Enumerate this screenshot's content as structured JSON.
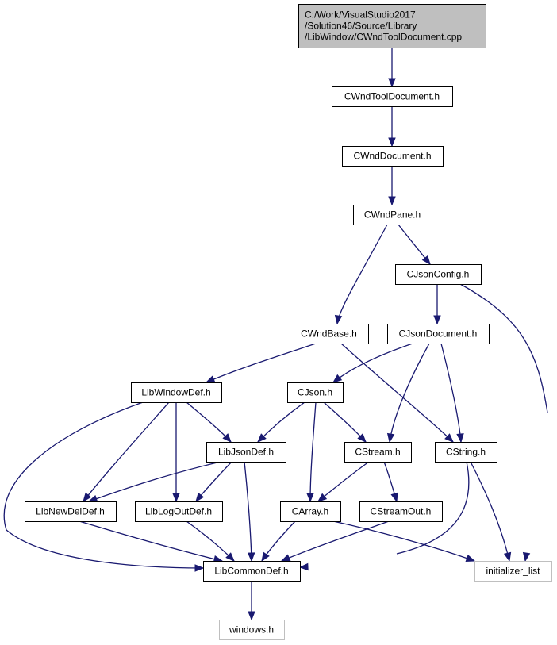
{
  "colors": {
    "edge": "#191970",
    "root_fill": "#bfbfbf",
    "node_border": "#000000",
    "external_border": "#bfbfbf",
    "background": "#ffffff"
  },
  "graph": {
    "nodes": [
      {
        "id": "root",
        "lines": [
          "C:/Work/VisualStudio2017",
          "/Solution46/Source/Library",
          "/LibWindow/CWndToolDocument.cpp"
        ],
        "kind": "root"
      },
      {
        "id": "cwndtooldocument_h",
        "lines": [
          "CWndToolDocument.h"
        ],
        "kind": "normal"
      },
      {
        "id": "cwnddocument_h",
        "lines": [
          "CWndDocument.h"
        ],
        "kind": "normal"
      },
      {
        "id": "cwndpane_h",
        "lines": [
          "CWndPane.h"
        ],
        "kind": "normal"
      },
      {
        "id": "cjsonconfig_h",
        "lines": [
          "CJsonConfig.h"
        ],
        "kind": "normal"
      },
      {
        "id": "cwndbase_h",
        "lines": [
          "CWndBase.h"
        ],
        "kind": "normal"
      },
      {
        "id": "cjsondocument_h",
        "lines": [
          "CJsonDocument.h"
        ],
        "kind": "normal"
      },
      {
        "id": "libwindowdef_h",
        "lines": [
          "LibWindowDef.h"
        ],
        "kind": "normal"
      },
      {
        "id": "cjson_h",
        "lines": [
          "CJson.h"
        ],
        "kind": "normal"
      },
      {
        "id": "libjsondef_h",
        "lines": [
          "LibJsonDef.h"
        ],
        "kind": "normal"
      },
      {
        "id": "cstream_h",
        "lines": [
          "CStream.h"
        ],
        "kind": "normal"
      },
      {
        "id": "cstring_h",
        "lines": [
          "CString.h"
        ],
        "kind": "normal"
      },
      {
        "id": "libnewdeldef_h",
        "lines": [
          "LibNewDelDef.h"
        ],
        "kind": "normal"
      },
      {
        "id": "liblogoutdef_h",
        "lines": [
          "LibLogOutDef.h"
        ],
        "kind": "normal"
      },
      {
        "id": "carray_h",
        "lines": [
          "CArray.h"
        ],
        "kind": "normal"
      },
      {
        "id": "cstreamout_h",
        "lines": [
          "CStreamOut.h"
        ],
        "kind": "normal"
      },
      {
        "id": "libcommondef_h",
        "lines": [
          "LibCommonDef.h"
        ],
        "kind": "normal"
      },
      {
        "id": "initializer_list",
        "lines": [
          "initializer_list"
        ],
        "kind": "external"
      },
      {
        "id": "windows_h",
        "lines": [
          "windows.h"
        ],
        "kind": "external"
      }
    ],
    "edges": [
      {
        "from": "root",
        "to": "cwndtooldocument_h"
      },
      {
        "from": "cwndtooldocument_h",
        "to": "cwnddocument_h"
      },
      {
        "from": "cwnddocument_h",
        "to": "cwndpane_h"
      },
      {
        "from": "cwndpane_h",
        "to": "cwndbase_h"
      },
      {
        "from": "cwndpane_h",
        "to": "cjsonconfig_h"
      },
      {
        "from": "cjsonconfig_h",
        "to": "cjsondocument_h"
      },
      {
        "from": "cjsonconfig_h",
        "to": "initializer_list"
      },
      {
        "from": "cwndbase_h",
        "to": "libwindowdef_h"
      },
      {
        "from": "cwndbase_h",
        "to": "cstring_h"
      },
      {
        "from": "cjsondocument_h",
        "to": "cjson_h"
      },
      {
        "from": "cjsondocument_h",
        "to": "cstream_h"
      },
      {
        "from": "cjsondocument_h",
        "to": "cstring_h"
      },
      {
        "from": "libwindowdef_h",
        "to": "libjsondef_h"
      },
      {
        "from": "libwindowdef_h",
        "to": "libnewdeldef_h"
      },
      {
        "from": "libwindowdef_h",
        "to": "liblogoutdef_h"
      },
      {
        "from": "libwindowdef_h",
        "to": "libcommondef_h"
      },
      {
        "from": "cjson_h",
        "to": "libjsondef_h"
      },
      {
        "from": "cjson_h",
        "to": "cstream_h"
      },
      {
        "from": "cjson_h",
        "to": "carray_h"
      },
      {
        "from": "libjsondef_h",
        "to": "libnewdeldef_h"
      },
      {
        "from": "libjsondef_h",
        "to": "liblogoutdef_h"
      },
      {
        "from": "libjsondef_h",
        "to": "libcommondef_h"
      },
      {
        "from": "cstream_h",
        "to": "carray_h"
      },
      {
        "from": "cstream_h",
        "to": "cstreamout_h"
      },
      {
        "from": "cstring_h",
        "to": "libcommondef_h"
      },
      {
        "from": "cstring_h",
        "to": "initializer_list"
      },
      {
        "from": "libnewdeldef_h",
        "to": "libcommondef_h"
      },
      {
        "from": "liblogoutdef_h",
        "to": "libcommondef_h"
      },
      {
        "from": "carray_h",
        "to": "libcommondef_h"
      },
      {
        "from": "carray_h",
        "to": "initializer_list"
      },
      {
        "from": "cstreamout_h",
        "to": "libcommondef_h"
      },
      {
        "from": "libcommondef_h",
        "to": "windows_h"
      }
    ]
  }
}
